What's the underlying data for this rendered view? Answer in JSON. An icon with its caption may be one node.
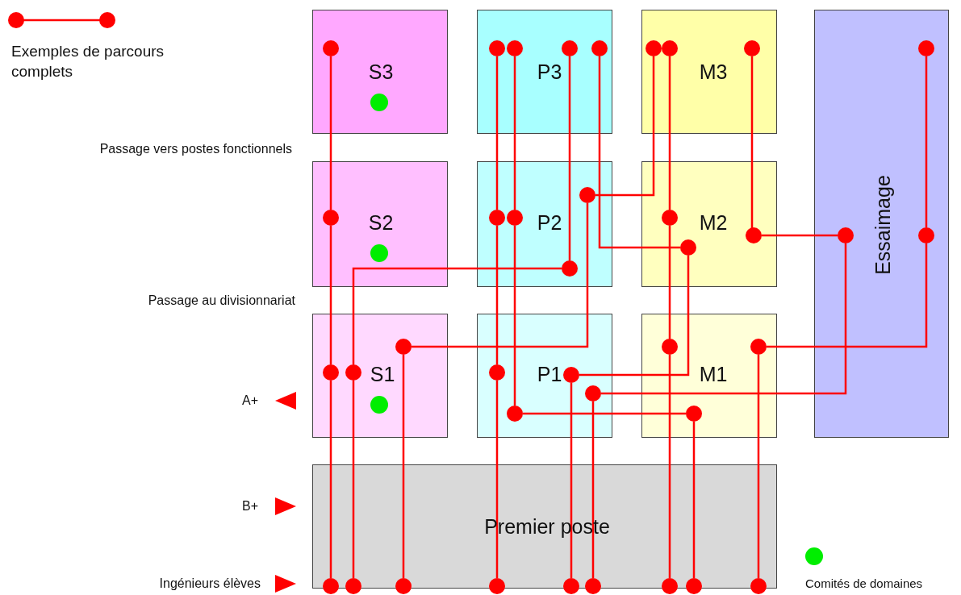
{
  "diagram": {
    "nodes": [
      {
        "text": [
          "S3"
        ]
      },
      {
        "text": [
          "P3"
        ]
      },
      {
        "text": [
          "M3"
        ]
      },
      {
        "text": [
          "Essaimage"
        ]
      },
      {
        "text": [
          "S2"
        ]
      },
      {
        "text": [
          "P2"
        ]
      },
      {
        "text": [
          "M2"
        ]
      },
      {
        "text": [
          "S1"
        ]
      },
      {
        "text": [
          "P1"
        ]
      },
      {
        "text": [
          "M1"
        ]
      },
      {
        "text": [
          "Premier poste"
        ]
      },
      {
        "text": [],
        "shape": "circle",
        "in": 0
      },
      {
        "text": [],
        "shape": "circle",
        "in": 1
      },
      {
        "text": [],
        "shape": "circle",
        "in": 1
      },
      {
        "text": [],
        "shape": "circle",
        "in": 1
      },
      {
        "text": [],
        "shape": "circle",
        "in": 1
      },
      {
        "text": [],
        "shape": "circle",
        "in": 2
      },
      {
        "text": [],
        "shape": "circle",
        "in": 2
      },
      {
        "text": [],
        "shape": "circle",
        "in": 2
      },
      {
        "text": [],
        "shape": "circle",
        "in": 3
      },
      {
        "text": [],
        "shape": "circle",
        "in": 5
      },
      {
        "text": [],
        "shape": "circle",
        "in": 4
      },
      {
        "text": [],
        "shape": "circle",
        "in": 5
      },
      {
        "text": [],
        "shape": "circle",
        "in": 5
      },
      {
        "text": [],
        "shape": "circle",
        "in": 6
      },
      {
        "text": [],
        "shape": "circle",
        "in": 6
      },
      {
        "text": [],
        "shape": "circle",
        "in": 3
      },
      {
        "text": [],
        "shape": "circle",
        "in": 3
      },
      {
        "text": [],
        "shape": "circle",
        "in": 6
      },
      {
        "text": [],
        "shape": "circle",
        "in": 5
      },
      {
        "text": [],
        "shape": "circle",
        "in": 7
      },
      {
        "text": [],
        "shape": "circle",
        "in": 9
      },
      {
        "text": [],
        "shape": "circle",
        "in": 9
      },
      {
        "text": [],
        "shape": "circle",
        "in": 7
      },
      {
        "text": [],
        "shape": "circle",
        "in": 7
      },
      {
        "text": [],
        "shape": "circle",
        "in": 8
      },
      {
        "text": [],
        "shape": "circle",
        "in": 8
      },
      {
        "text": [],
        "shape": "circle",
        "in": 8
      },
      {
        "text": [],
        "shape": "circle",
        "in": 8
      },
      {
        "text": [],
        "shape": "circle",
        "in": 9
      },
      {
        "text": [],
        "shape": "circle",
        "in": 10
      },
      {
        "text": [],
        "shape": "circle",
        "in": 10
      },
      {
        "text": [],
        "shape": "circle",
        "in": 10
      },
      {
        "text": [],
        "shape": "circle",
        "in": 10
      },
      {
        "text": [],
        "shape": "circle",
        "in": 10
      },
      {
        "text": [],
        "shape": "circle",
        "in": 10
      },
      {
        "text": [],
        "shape": "circle",
        "in": 10
      },
      {
        "text": [],
        "shape": "circle",
        "in": 10
      },
      {
        "text": [],
        "shape": "circle",
        "in": 10
      }
    ],
    "edges": [
      {
        "from": 40,
        "to": 33,
        "arrow": "none"
      },
      {
        "from": 33,
        "to": 21,
        "arrow": "none"
      },
      {
        "from": 21,
        "to": 11,
        "arrow": "none"
      },
      {
        "from": 41,
        "to": 34,
        "arrow": "none"
      },
      {
        "from": 34,
        "to": 29,
        "arrow": "none"
      },
      {
        "from": 29,
        "to": 14,
        "arrow": "none"
      },
      {
        "from": 42,
        "to": 30,
        "arrow": "none"
      },
      {
        "from": 30,
        "to": 20,
        "arrow": "none"
      },
      {
        "from": 20,
        "to": 16,
        "arrow": "none"
      },
      {
        "from": 43,
        "to": 35,
        "arrow": "none"
      },
      {
        "from": 35,
        "to": 22,
        "arrow": "none"
      },
      {
        "from": 22,
        "to": 12,
        "arrow": "none"
      },
      {
        "from": 47,
        "to": 39,
        "arrow": "none"
      },
      {
        "from": 39,
        "to": 38,
        "arrow": "none"
      },
      {
        "from": 38,
        "to": 23,
        "arrow": "none"
      },
      {
        "from": 23,
        "to": 13,
        "arrow": "none"
      },
      {
        "from": 44,
        "to": 36,
        "arrow": "none"
      },
      {
        "from": 36,
        "to": 28,
        "arrow": "none"
      },
      {
        "from": 28,
        "to": 15,
        "arrow": "none"
      },
      {
        "from": 45,
        "to": 37,
        "arrow": "none"
      },
      {
        "from": 37,
        "to": 26,
        "arrow": "none"
      },
      {
        "from": 26,
        "to": 25,
        "arrow": "none"
      },
      {
        "from": 25,
        "to": 18,
        "arrow": "none"
      },
      {
        "from": 46,
        "to": 31,
        "arrow": "none"
      },
      {
        "from": 31,
        "to": 24,
        "arrow": "none"
      },
      {
        "from": 24,
        "to": 17,
        "arrow": "none"
      },
      {
        "from": 48,
        "to": 32,
        "arrow": "none"
      },
      {
        "from": 32,
        "to": 27,
        "arrow": "none"
      },
      {
        "from": 27,
        "to": 19,
        "arrow": "none"
      }
    ],
    "labels": [
      "Passage vers postes fonctionnels",
      "Passage au divisionnariat",
      "A+",
      "B+",
      "Ingénieurs élèves"
    ],
    "legend": [
      {
        "text": "Exemples de parcours complets"
      },
      {
        "text": "Comités de domaines",
        "color": "#00ee00"
      }
    ]
  }
}
